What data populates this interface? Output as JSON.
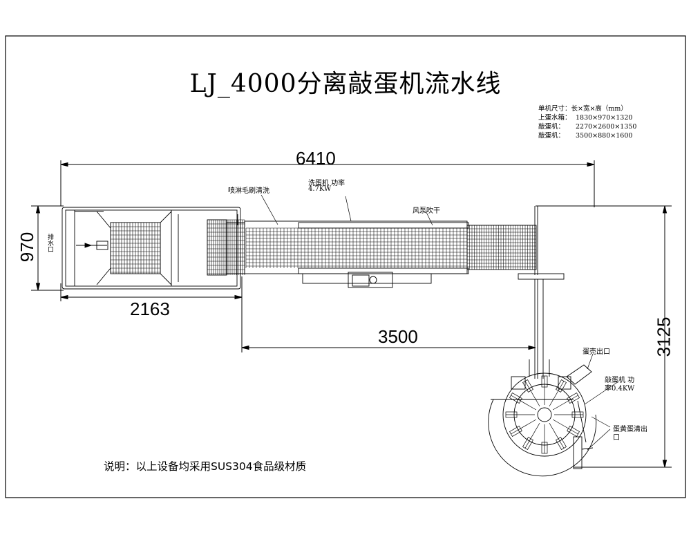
{
  "title": "LJ_4000分离敲蛋机流水线",
  "specs": {
    "header": "单机尺寸：长×宽×高（mm）",
    "rows": [
      {
        "label": "上蛋水箱：",
        "value": "1830×970×1320"
      },
      {
        "label": "敲蛋机：",
        "value": "2270×2600×1350"
      },
      {
        "label": "敲蛋机：",
        "value": "3500×880×1600"
      }
    ]
  },
  "labels": {
    "spray_brush": "喷淋毛刷清洗",
    "washer_line1": "洗蛋机  功率",
    "washer_line2": "4.7KW",
    "fan_dry": "风泵吹干",
    "drain": "排水口",
    "shell_outlet": "蛋壳出口",
    "breaker_line1": "敲蛋机  功",
    "breaker_line2": "率0.4KW",
    "yolk_white_line1": "蛋黄蛋清出",
    "yolk_white_line2": "口"
  },
  "dimensions": {
    "overall_length": "6410",
    "width_970": "970",
    "tank_length": "2163",
    "washer_length": "3500",
    "vertical_3125": "3125"
  },
  "note": "说明：以上设备均采用SUS304食品级材质"
}
